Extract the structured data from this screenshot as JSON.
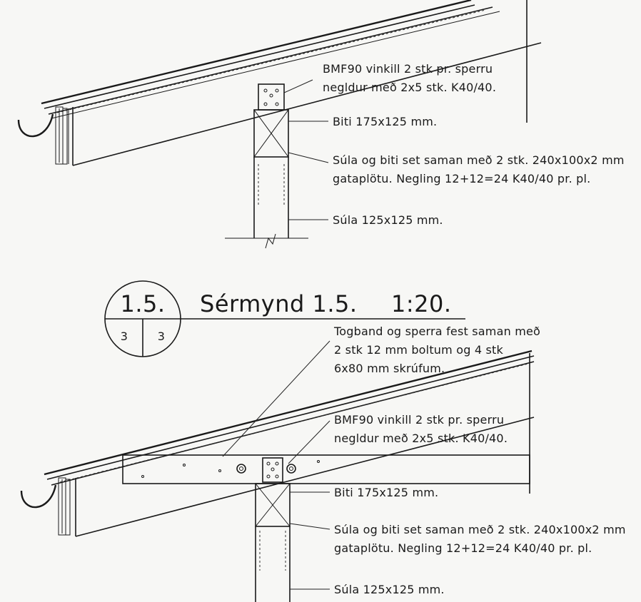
{
  "top_detail": {
    "bracket_note": [
      "BMF90 vinkill 2 stk pr. sperru",
      "negldur með 2x5 stk. K40/40."
    ],
    "beam_note": "Biti 175x125 mm.",
    "plate_note": [
      "Súla og biti set saman með 2 stk. 240x100x2 mm",
      "gataplötu. Negling 12+12=24 K40/40 pr. pl."
    ],
    "post_note": "Súla 125x125 mm."
  },
  "title_block": {
    "detail_number": "1.5.",
    "sheet_left": "3",
    "sheet_right": "3",
    "title": "Sérmynd 1.5.",
    "scale": "1:20."
  },
  "bottom_detail": {
    "tie_note": [
      "Togband og sperra fest saman með",
      "2 stk 12 mm boltum og 4 stk",
      "6x80 mm skrúfum."
    ],
    "bracket_note": [
      "BMF90 vinkill 2 stk pr. sperru",
      "negldur með 2x5 stk. K40/40."
    ],
    "beam_note": "Biti 175x125 mm.",
    "plate_note": [
      "Súla og biti set saman með 2 stk. 240x100x2 mm",
      "gataplötu. Negling 12+12=24 K40/40 pr. pl."
    ],
    "post_note": "Súla 125x125 mm."
  }
}
